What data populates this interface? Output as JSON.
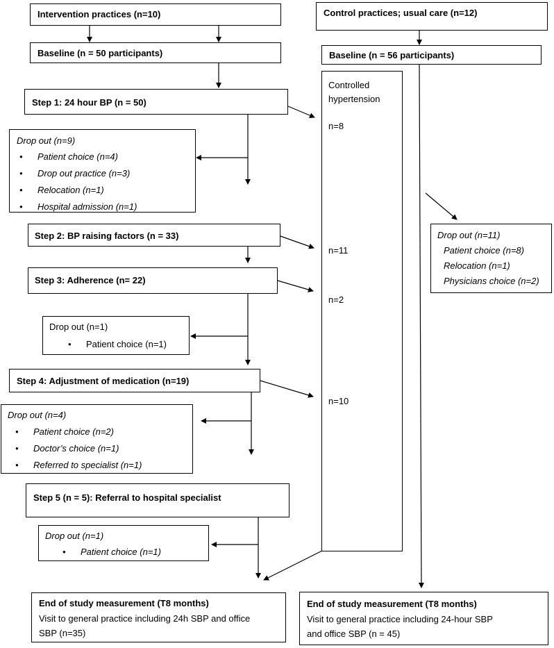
{
  "intervention": {
    "title": "Intervention practices (n=10)",
    "baseline": "Baseline (n = 50 participants)",
    "step1": "Step 1: 24 hour BP  (n = 50)",
    "dropout1": {
      "title": "Drop out (n=9)",
      "items": [
        "Patient choice (n=4)",
        "Drop out practice (n=3)",
        "Relocation (n=1)",
        "Hospital admission (n=1)"
      ]
    },
    "step2": "Step 2: BP raising factors (n = 33)",
    "step3": "Step 3: Adherence (n= 22)",
    "dropout2": {
      "title": "Drop out (n=1)",
      "items": [
        "Patient choice (n=1)"
      ]
    },
    "step4": "Step 4: Adjustment of medication  (n=19)",
    "dropout3": {
      "title": "Drop out (n=4)",
      "items": [
        "Patient choice (n=2)",
        "Doctor’s choice (n=1)",
        "Referred to specialist (n=1)"
      ]
    },
    "step5": "Step 5 (n = 5): Referral to hospital specialist",
    "dropout4": {
      "title": "Drop out (n=1)",
      "items": [
        "Patient choice (n=1)"
      ]
    },
    "end": {
      "title": "End of study measurement (T8 months)",
      "line1": "Visit to general practice including 24h SBP and office",
      "line2": "SBP (n=35)"
    }
  },
  "controlled": {
    "label1": "Controlled",
    "label2": "hypertension",
    "n_step1": "n=8",
    "n_step2": "n=11",
    "n_step3": "n=2",
    "n_step4": "n=10"
  },
  "control": {
    "title": "Control practices; usual care (n=12)",
    "baseline": "Baseline (n = 56 participants)",
    "dropout": {
      "title": "Drop out (n=11)",
      "items": [
        "Patient choice (n=8)",
        "Relocation (n=1)",
        "Physicians choice (n=2)"
      ]
    },
    "end": {
      "title": "End of study measurement (T8 months)",
      "line1": "Visit to general practice including 24-hour SBP",
      "line2": "and office SBP (n = 45)"
    }
  }
}
